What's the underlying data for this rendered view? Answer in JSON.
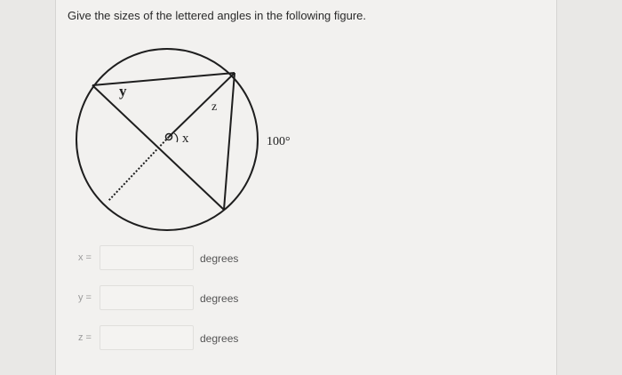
{
  "question": "Give the sizes of the lettered angles in the following figure.",
  "figure": {
    "labels": {
      "y": "y",
      "z": "z",
      "x": "x",
      "angle": "100°"
    }
  },
  "answers": [
    {
      "label": "x =",
      "value": "",
      "unit": "degrees"
    },
    {
      "label": "y =",
      "value": "",
      "unit": "degrees"
    },
    {
      "label": "z =",
      "value": "",
      "unit": "degrees"
    }
  ]
}
